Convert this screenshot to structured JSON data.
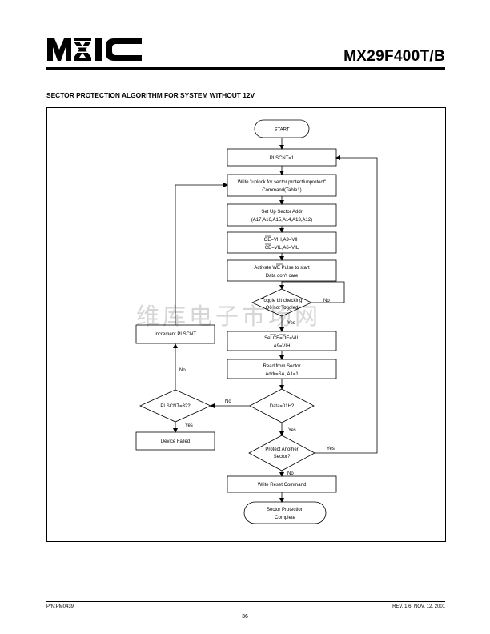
{
  "header": {
    "logo_text": "MXIC",
    "part_number": "MX29F400T/B"
  },
  "section_title": "SECTOR PROTECTION ALGORITHM FOR SYSTEM WITHOUT 12V",
  "flowchart": {
    "start": "START",
    "plscnt_init": "PLSCNT=1",
    "write_unlock": [
      "Write \"unlock for sector protect/unprotect\"",
      "Command(Table1)"
    ],
    "setup_sector": [
      "Set Up Sector Addr",
      "(A17,A16,A15,A14,A13,A12)"
    ],
    "oe_ce": [
      "OE=VIH,A9=VIH",
      "CE=VIL,A6=VIL"
    ],
    "activate_we": [
      "Activate WE Pulse to start",
      "Data don't care"
    ],
    "toggle_bit": [
      "Toggle bit checking",
      "Q6 not Toggled"
    ],
    "set_ce_oe": [
      "Set CE=OE=VIL",
      "A9=VIH"
    ],
    "read_sector": [
      "Read from Sector",
      "Addr=SA, A1=1"
    ],
    "data_check": "Data=01H?",
    "protect_another": [
      "Protect Another",
      "Sector?"
    ],
    "write_reset": "Write Reset Command",
    "complete": [
      "Sector Protection",
      "Complete"
    ],
    "increment": "Increment PLSCNT",
    "plscnt_check": "PLSCNT=32?",
    "device_failed": "Device Failed",
    "labels": {
      "yes": "Yes",
      "no": "No"
    }
  },
  "watermark": "维库电子市场网",
  "footer": {
    "doc_number": "P/N:PM0439",
    "revision": "REV. 1.6, NOV. 12, 2001",
    "page_number": "36"
  }
}
